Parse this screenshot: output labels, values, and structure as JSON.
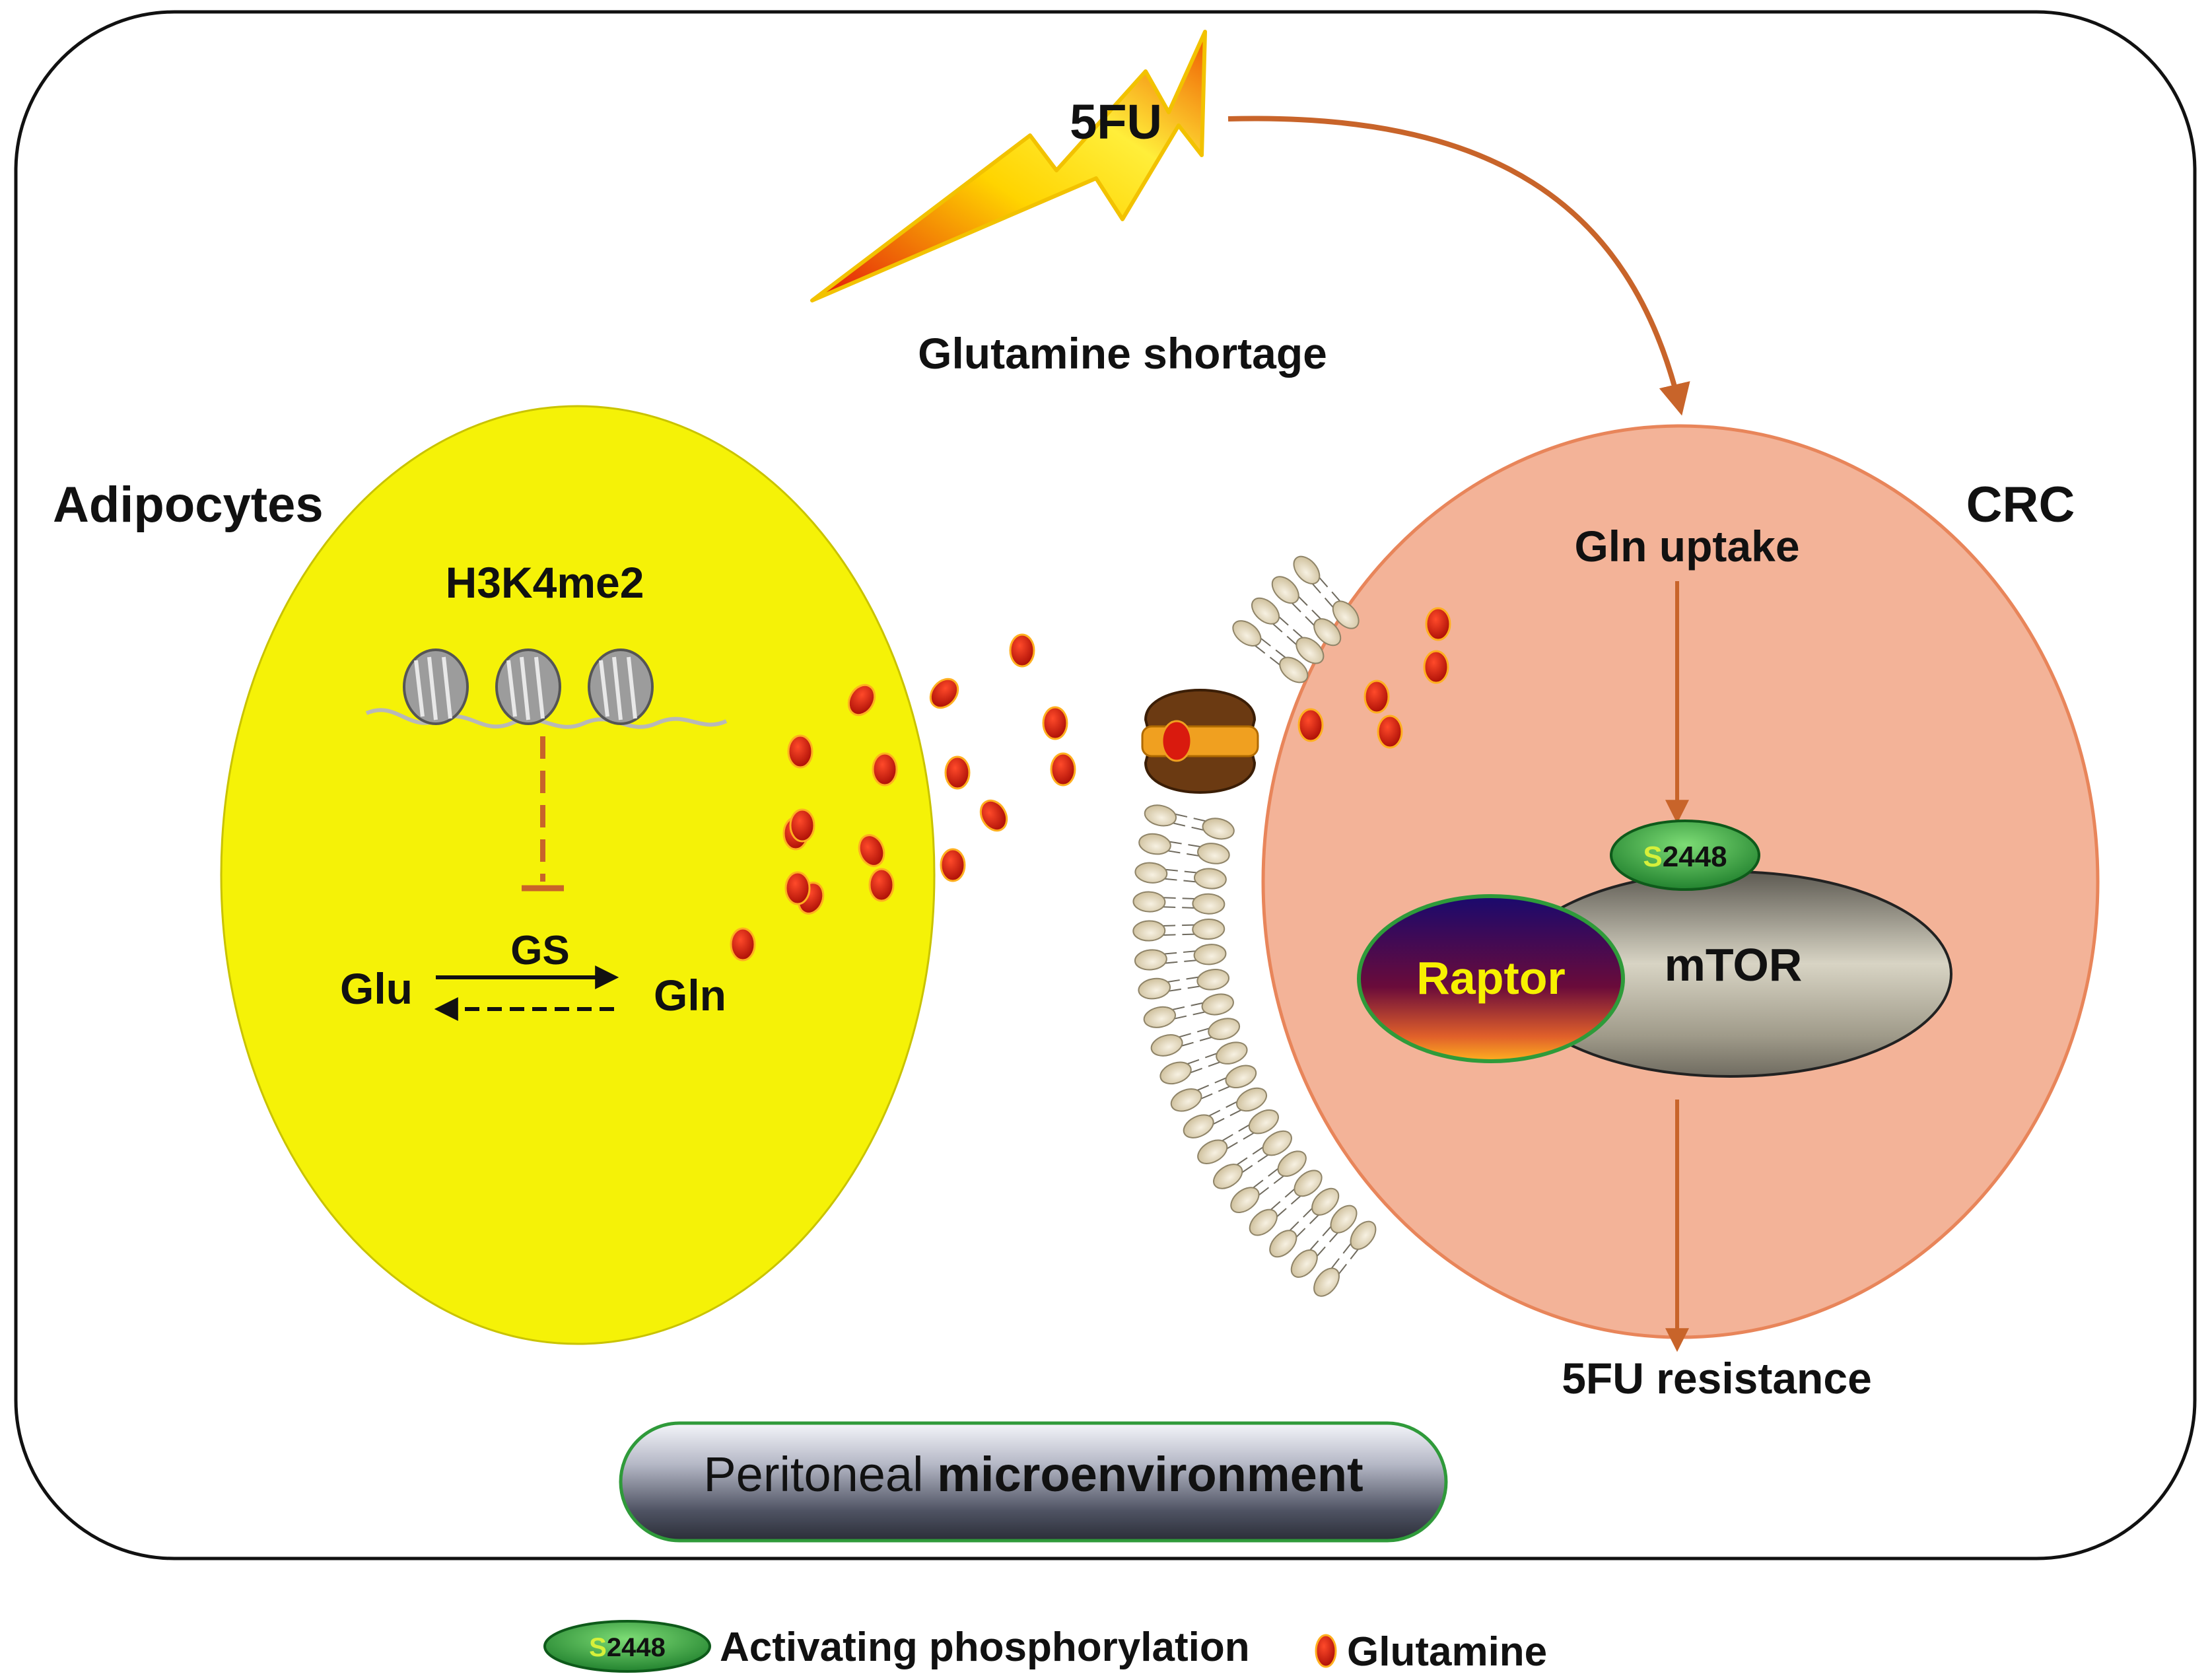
{
  "labels": {
    "drug": "5FU",
    "glutamine_shortage": "Glutamine shortage",
    "adipocytes": "Adipocytes",
    "crc": "CRC",
    "h3k4me2": "H3K4me2",
    "gs": "GS",
    "glu": "Glu",
    "gln": "Gln",
    "gln_uptake": "Gln uptake",
    "site_prefix": "S",
    "site_number": "2448",
    "raptor": "Raptor",
    "mtor": "mTOR",
    "resistance": "5FU resistance",
    "microenvironment_a": "Peritoneal",
    "microenvironment_b": "microenvironment"
  },
  "legend": {
    "site_prefix": "S",
    "site_number": "2448",
    "phospho_label": "Activating phosphorylation",
    "glutamine_label": "Glutamine"
  },
  "colors": {
    "adipocyte_fill": "#f5f207",
    "crc_fill": "#f3b398",
    "crc_stroke": "#e8855a",
    "arrow": "#c8642a",
    "glutamine": "#d91a0e",
    "phospho_green": "#2f9a3a",
    "site_letter": "#d6f03a",
    "lipid_head": "#ddd1b5",
    "transporter": "#6b3a12"
  }
}
